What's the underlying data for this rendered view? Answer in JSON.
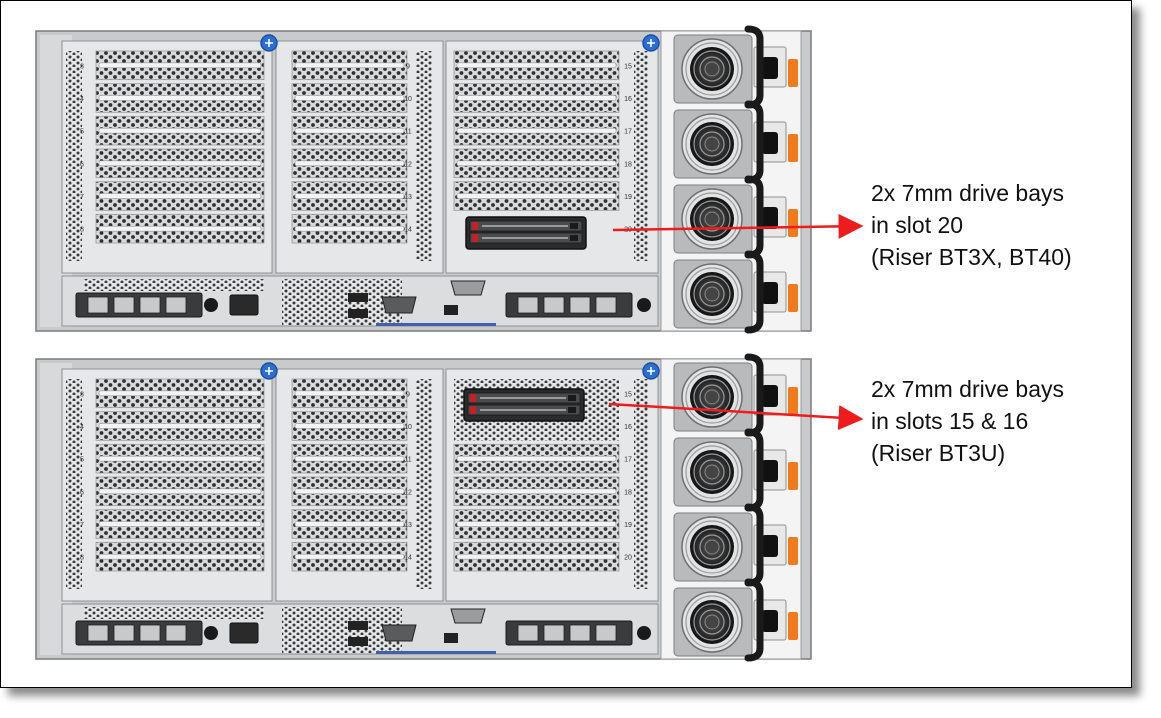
{
  "callouts": [
    {
      "lines": [
        "2x 7mm drive bays",
        "in slot 20",
        "(Riser BT3X, BT40)"
      ],
      "arrow_color": "#ee1c1c"
    },
    {
      "lines": [
        "2x 7mm drive bays",
        "in slots 15 & 16",
        "(Riser BT3U)"
      ],
      "arrow_color": "#ee1c1c"
    }
  ],
  "servers": [
    {
      "name": "server-rear-riser-bt3x-bt40",
      "slot_labels_left": [
        "3",
        "4",
        "5",
        "6",
        "7",
        "8"
      ],
      "slot_labels_middle": [
        "9",
        "10",
        "11",
        "12",
        "13",
        "14"
      ],
      "slot_labels_right": [
        "15",
        "16",
        "17",
        "18",
        "19",
        "20"
      ],
      "drive_cage_position": "slot-20"
    },
    {
      "name": "server-rear-riser-bt3u",
      "slot_labels_left": [
        "3",
        "4",
        "5",
        "6",
        "7",
        "8"
      ],
      "slot_labels_middle": [
        "9",
        "10",
        "11",
        "12",
        "13",
        "14"
      ],
      "slot_labels_right": [
        "15",
        "16",
        "17",
        "18",
        "19",
        "20"
      ],
      "drive_cage_position": "slots-15-16"
    }
  ],
  "colors": {
    "chassis": "#c9cacc",
    "chassis_dark": "#8e9093",
    "mesh": "#3a3b3d",
    "screw": "#2b6fd6",
    "handle": "#f07a1c",
    "drive_accent": "#c62026"
  }
}
